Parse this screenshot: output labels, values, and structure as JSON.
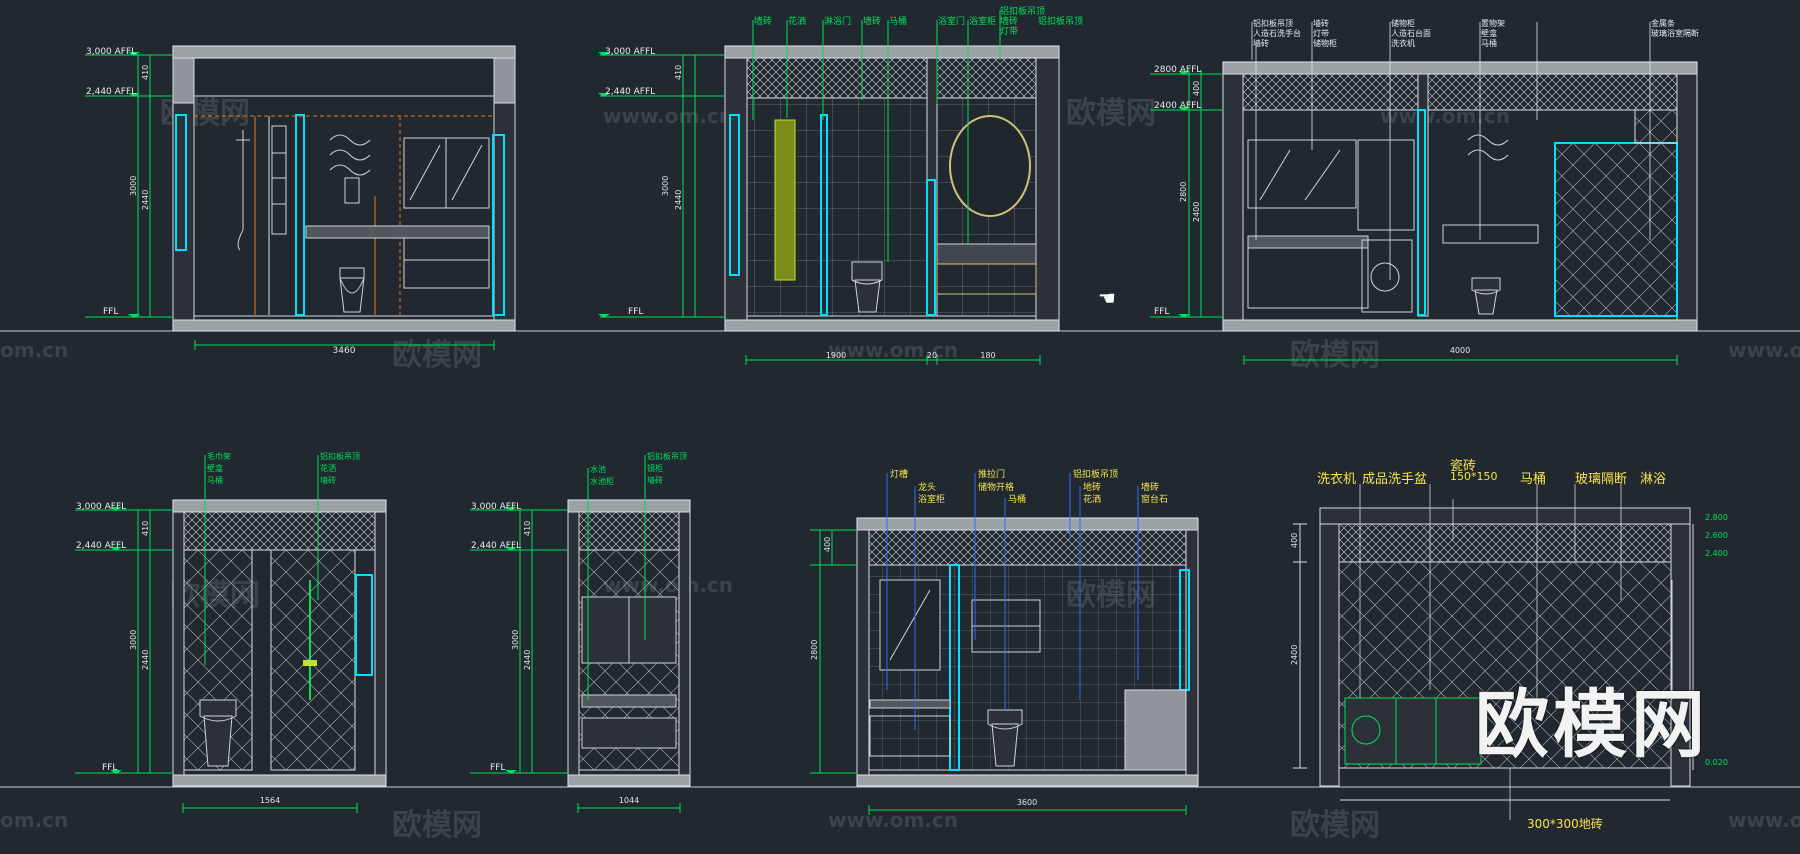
{
  "watermark": {
    "brand_cn": "欧模网",
    "url": "www.om.cn",
    "url_short": "om.cn"
  },
  "brand_logo": "欧模网",
  "level_marks": {
    "top": "3,000 AFFL",
    "ceiling": "2,440 AFFL",
    "floor": "FFL",
    "top_b": "2800 AFFL",
    "ceiling_b": "2400 AFFL"
  },
  "views": {
    "v1": {
      "width": "3460",
      "height": "3000",
      "h_ceiling": "2440",
      "h_top": "410"
    },
    "v2": {
      "w1": "1900",
      "w2": "20",
      "w3": "180",
      "height": "3000",
      "h_ceiling": "2440",
      "h_top": "410",
      "labels": [
        "墙砖",
        "花洒",
        "淋浴门",
        "墙砖",
        "马桶",
        "浴室门",
        "浴室柜",
        "铝扣板吊顶",
        "墙砖",
        "灯带",
        "铝扣板吊顶"
      ]
    },
    "v3": {
      "width": "4000",
      "height": "2800",
      "h_ceiling": "2400",
      "h_top": "400",
      "labels": [
        "铝扣板吊顶",
        "人造石洗手台",
        "墙砖",
        "墙砖",
        "灯带",
        "储物柜",
        "储物柜",
        "人造石台面",
        "洗衣机",
        "置物架",
        "壁龛",
        "马桶",
        "金属条",
        "玻璃浴室隔断"
      ]
    },
    "v4": {
      "width": "1564",
      "height": "3000",
      "h_ceiling": "2440",
      "h_top": "410",
      "labels": [
        "毛巾架",
        "壁龛",
        "马桶",
        "铝扣板吊顶",
        "花洒",
        "墙砖"
      ]
    },
    "v5": {
      "width": "1044",
      "height": "3000",
      "h_ceiling": "2440",
      "h_top": "410",
      "labels": [
        "水池",
        "水池柜",
        "铝扣板吊顶",
        "镜柜",
        "墙砖"
      ]
    },
    "v6": {
      "width": "3600",
      "height": "2800",
      "h_top": "400",
      "labels": [
        "灯槽",
        "龙头",
        "浴室柜",
        "推拉门",
        "储物开格",
        "马桶",
        "铝扣板吊顶",
        "地砖",
        "花洒",
        "墙砖",
        "窗台石"
      ]
    },
    "v7": {
      "height": "2400",
      "h_top": "400",
      "labels": [
        "洗衣机",
        "成品洗手盆",
        "瓷砖",
        "150*150",
        "马桶",
        "玻璃隔断",
        "淋浴",
        "300*300地砖"
      ],
      "levels": [
        "2.800",
        "2.600",
        "2.400",
        "0.020"
      ]
    }
  },
  "colors": {
    "bg": "#212830",
    "line": "#d0d5d9",
    "dim": "#00e05a",
    "accent": "#00e0ff",
    "leader": "#2b6fff",
    "orange": "#e07a1f",
    "yellow": "#f5e44b"
  },
  "icons": {
    "cursor": "hand-pointer-icon"
  }
}
